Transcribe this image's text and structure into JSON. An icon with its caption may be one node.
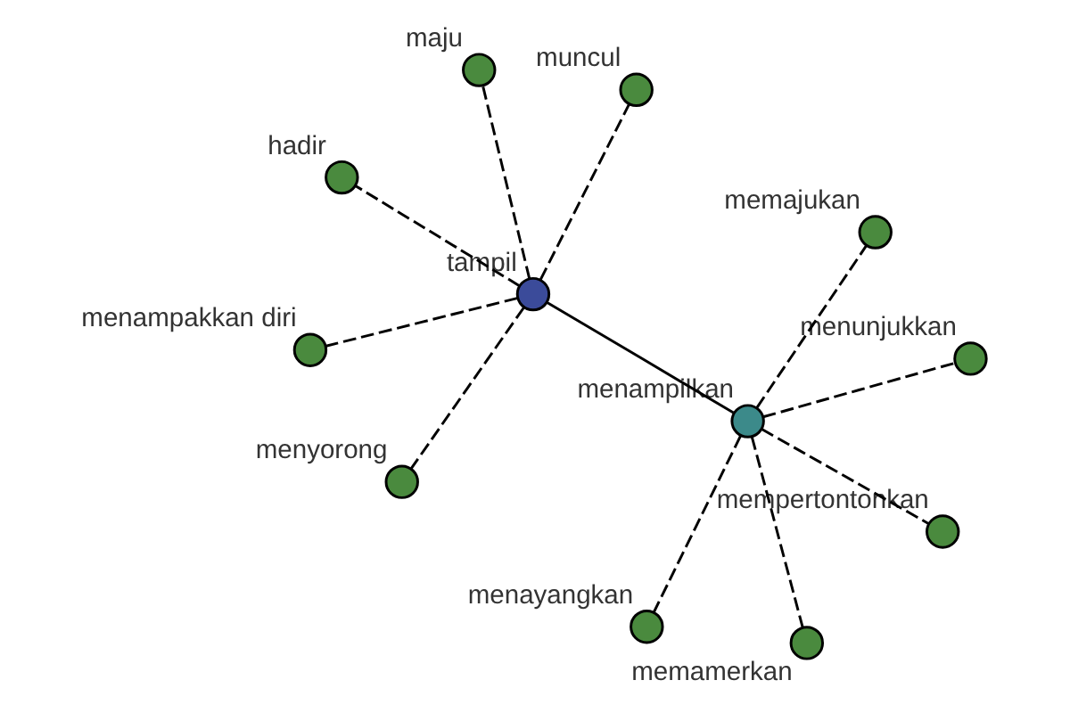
{
  "diagram": {
    "nodes": [
      {
        "text": [
          "tampil"
        ]
      },
      {
        "text": [
          "menampilkan"
        ]
      },
      {
        "text": [
          "menyorong"
        ]
      },
      {
        "text": [
          "hadir"
        ]
      },
      {
        "text": [
          "muncul"
        ]
      },
      {
        "text": [
          "maju"
        ]
      },
      {
        "text": [
          "menampakkan diri"
        ]
      },
      {
        "text": [
          "menunjukkan"
        ]
      },
      {
        "text": [
          "menayangkan"
        ]
      },
      {
        "text": [
          "mempertontonkan"
        ]
      },
      {
        "text": [
          "memamerkan"
        ]
      },
      {
        "text": [
          "memajukan"
        ]
      }
    ],
    "edges": [
      {
        "from": 0,
        "to": 2,
        "arrow": "none",
        "style": "dashed"
      },
      {
        "from": 0,
        "to": 3,
        "arrow": "none",
        "style": "dashed"
      },
      {
        "from": 0,
        "to": 4,
        "arrow": "none",
        "style": "dashed"
      },
      {
        "from": 0,
        "to": 5,
        "arrow": "none",
        "style": "dashed"
      },
      {
        "from": 0,
        "to": 6,
        "arrow": "none",
        "style": "dashed"
      },
      {
        "from": 0,
        "to": 1,
        "arrow": "none"
      },
      {
        "from": 1,
        "to": 7,
        "arrow": "none",
        "style": "dashed"
      },
      {
        "from": 1,
        "to": 8,
        "arrow": "none",
        "style": "dashed"
      },
      {
        "from": 1,
        "to": 9,
        "arrow": "none",
        "style": "dashed"
      },
      {
        "from": 1,
        "to": 10,
        "arrow": "none",
        "style": "dashed"
      },
      {
        "from": 1,
        "to": 11,
        "arrow": "none",
        "style": "dashed"
      }
    ]
  }
}
